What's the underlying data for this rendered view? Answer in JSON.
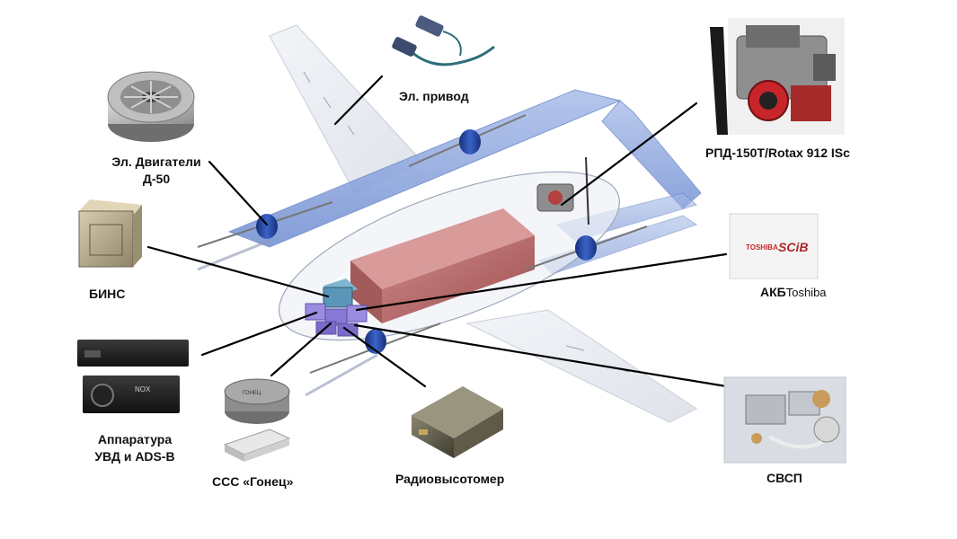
{
  "labels": {
    "el_privod": "Эл. привод",
    "el_dvigateli_line1": "Эл. Двигатели",
    "el_dvigateli_line2": "Д-50",
    "rpd": "РПД-150Т/Rotax 912 ISc",
    "bins": "БИНС",
    "akb": "АКБ",
    "akb_brand": "Toshiba",
    "uvd_line1": "Аппаратура",
    "uvd_line2": "УВД и ADS-B",
    "sss": "ССС «Гонец»",
    "radiovysotomer": "Радиовысотомер",
    "svsp": "СВСП"
  },
  "photo_text": {
    "battery_brand": "TOSHIBA",
    "battery_model": "SCiB",
    "uvd_box_text": "NOX",
    "gonets_text": "ГОНЕЦ"
  },
  "colors": {
    "wing_blue": "#7f9ad8",
    "motor_blue": "#1f3f9a",
    "battery_red": "#b86a6a",
    "connector_line": "#000000"
  }
}
